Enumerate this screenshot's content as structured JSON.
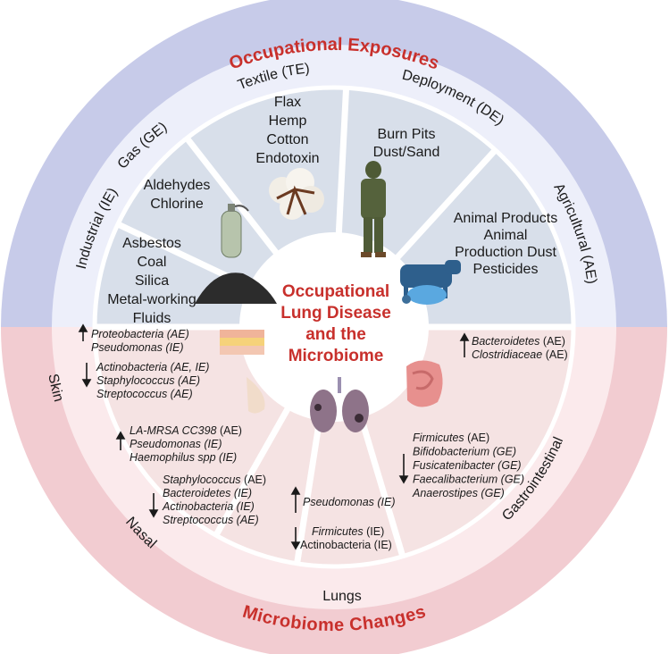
{
  "ring_titles": {
    "top": "Occupational Exposures",
    "bottom": "Microbiome Changes"
  },
  "center_title": [
    "Occupational",
    "Lung Disease",
    "and the",
    "Microbiome"
  ],
  "exposure_categories": {
    "industrial": "Industrial (IE)",
    "gas": "Gas (GE)",
    "textile": "Textile (TE)",
    "deployment": "Deployment (DE)",
    "agricultural": "Agricultural (AE)"
  },
  "exposures": {
    "industrial": [
      "Asbestos",
      "Coal",
      "Silica",
      "Metal-working",
      "Fluids"
    ],
    "gas": [
      "Aldehydes",
      "Chlorine"
    ],
    "textile": [
      "Flax",
      "Hemp",
      "Cotton",
      "Endotoxin"
    ],
    "deployment": [
      "Burn Pits",
      "Dust/Sand"
    ],
    "agricultural": [
      "Animal Products",
      "Animal",
      "Production Dust",
      "Pesticides"
    ]
  },
  "sites": {
    "skin": "Skin",
    "nasal": "Nasal",
    "lungs": "Lungs",
    "gastrointestinal": "Gastrointestinal"
  },
  "microbiome": {
    "skin_up": [
      {
        "name": "Proteobacteria (AE)"
      },
      {
        "name": "Pseudomonas (IE)"
      }
    ],
    "skin_down": [
      {
        "name": "Actinobacteria (AE, IE)"
      },
      {
        "name": "Staphylococcus (AE)"
      },
      {
        "name": "Streptococcus (AE)"
      }
    ],
    "nasal_up": [
      {
        "name": "LA-MRSA CC398",
        "tag": " (AE)"
      },
      {
        "name": "Pseudomonas (IE)"
      },
      {
        "name": "Haemophilus spp (IE)"
      }
    ],
    "nasal_down": [
      {
        "name": "Staphylococcus",
        "tag": "  (AE)"
      },
      {
        "name": "Bacteroidetes (IE)"
      },
      {
        "name": "Actinobacteria (IE)"
      },
      {
        "name": "Streptococcus (AE)"
      }
    ],
    "lungs_up": [
      {
        "name": "Pseudomonas (IE)"
      }
    ],
    "lungs_down": [
      {
        "name": "Firmicutes",
        "tag": " (IE)"
      },
      {
        "name": "",
        "tag": "Actinobacteria (IE)"
      }
    ],
    "gi_up": [
      {
        "name": "Bacteroidetes",
        "tag": " (AE)"
      },
      {
        "name": "Clostridiaceae",
        "tag": " (AE)"
      }
    ],
    "gi_down": [
      {
        "name": "Firmicutes",
        "tag": " (AE)"
      },
      {
        "name": "Bifidobacterium (GE)"
      },
      {
        "name": "Fusicatenibacter (GE)"
      },
      {
        "name": "Faecalibacterium (GE)"
      },
      {
        "name": "Anaerostipes (GE)"
      }
    ]
  },
  "colors": {
    "outer_top": "#c7cbe9",
    "outer_bottom": "#f2ccd1",
    "inner_top": "#edeffa",
    "inner_bottom": "#fbeaec",
    "sector_top": "#d8dfea",
    "sector_bottom": "#f5e3e3",
    "title_red": "#c8302c"
  },
  "icons": [
    "gas-cylinder-icon",
    "cotton-boll-icon",
    "soldier-icon",
    "cow-pig-chicken-icon",
    "coal-pile-icon",
    "skin-layer-icon",
    "nose-icon",
    "lungs-icon",
    "intestine-icon"
  ]
}
